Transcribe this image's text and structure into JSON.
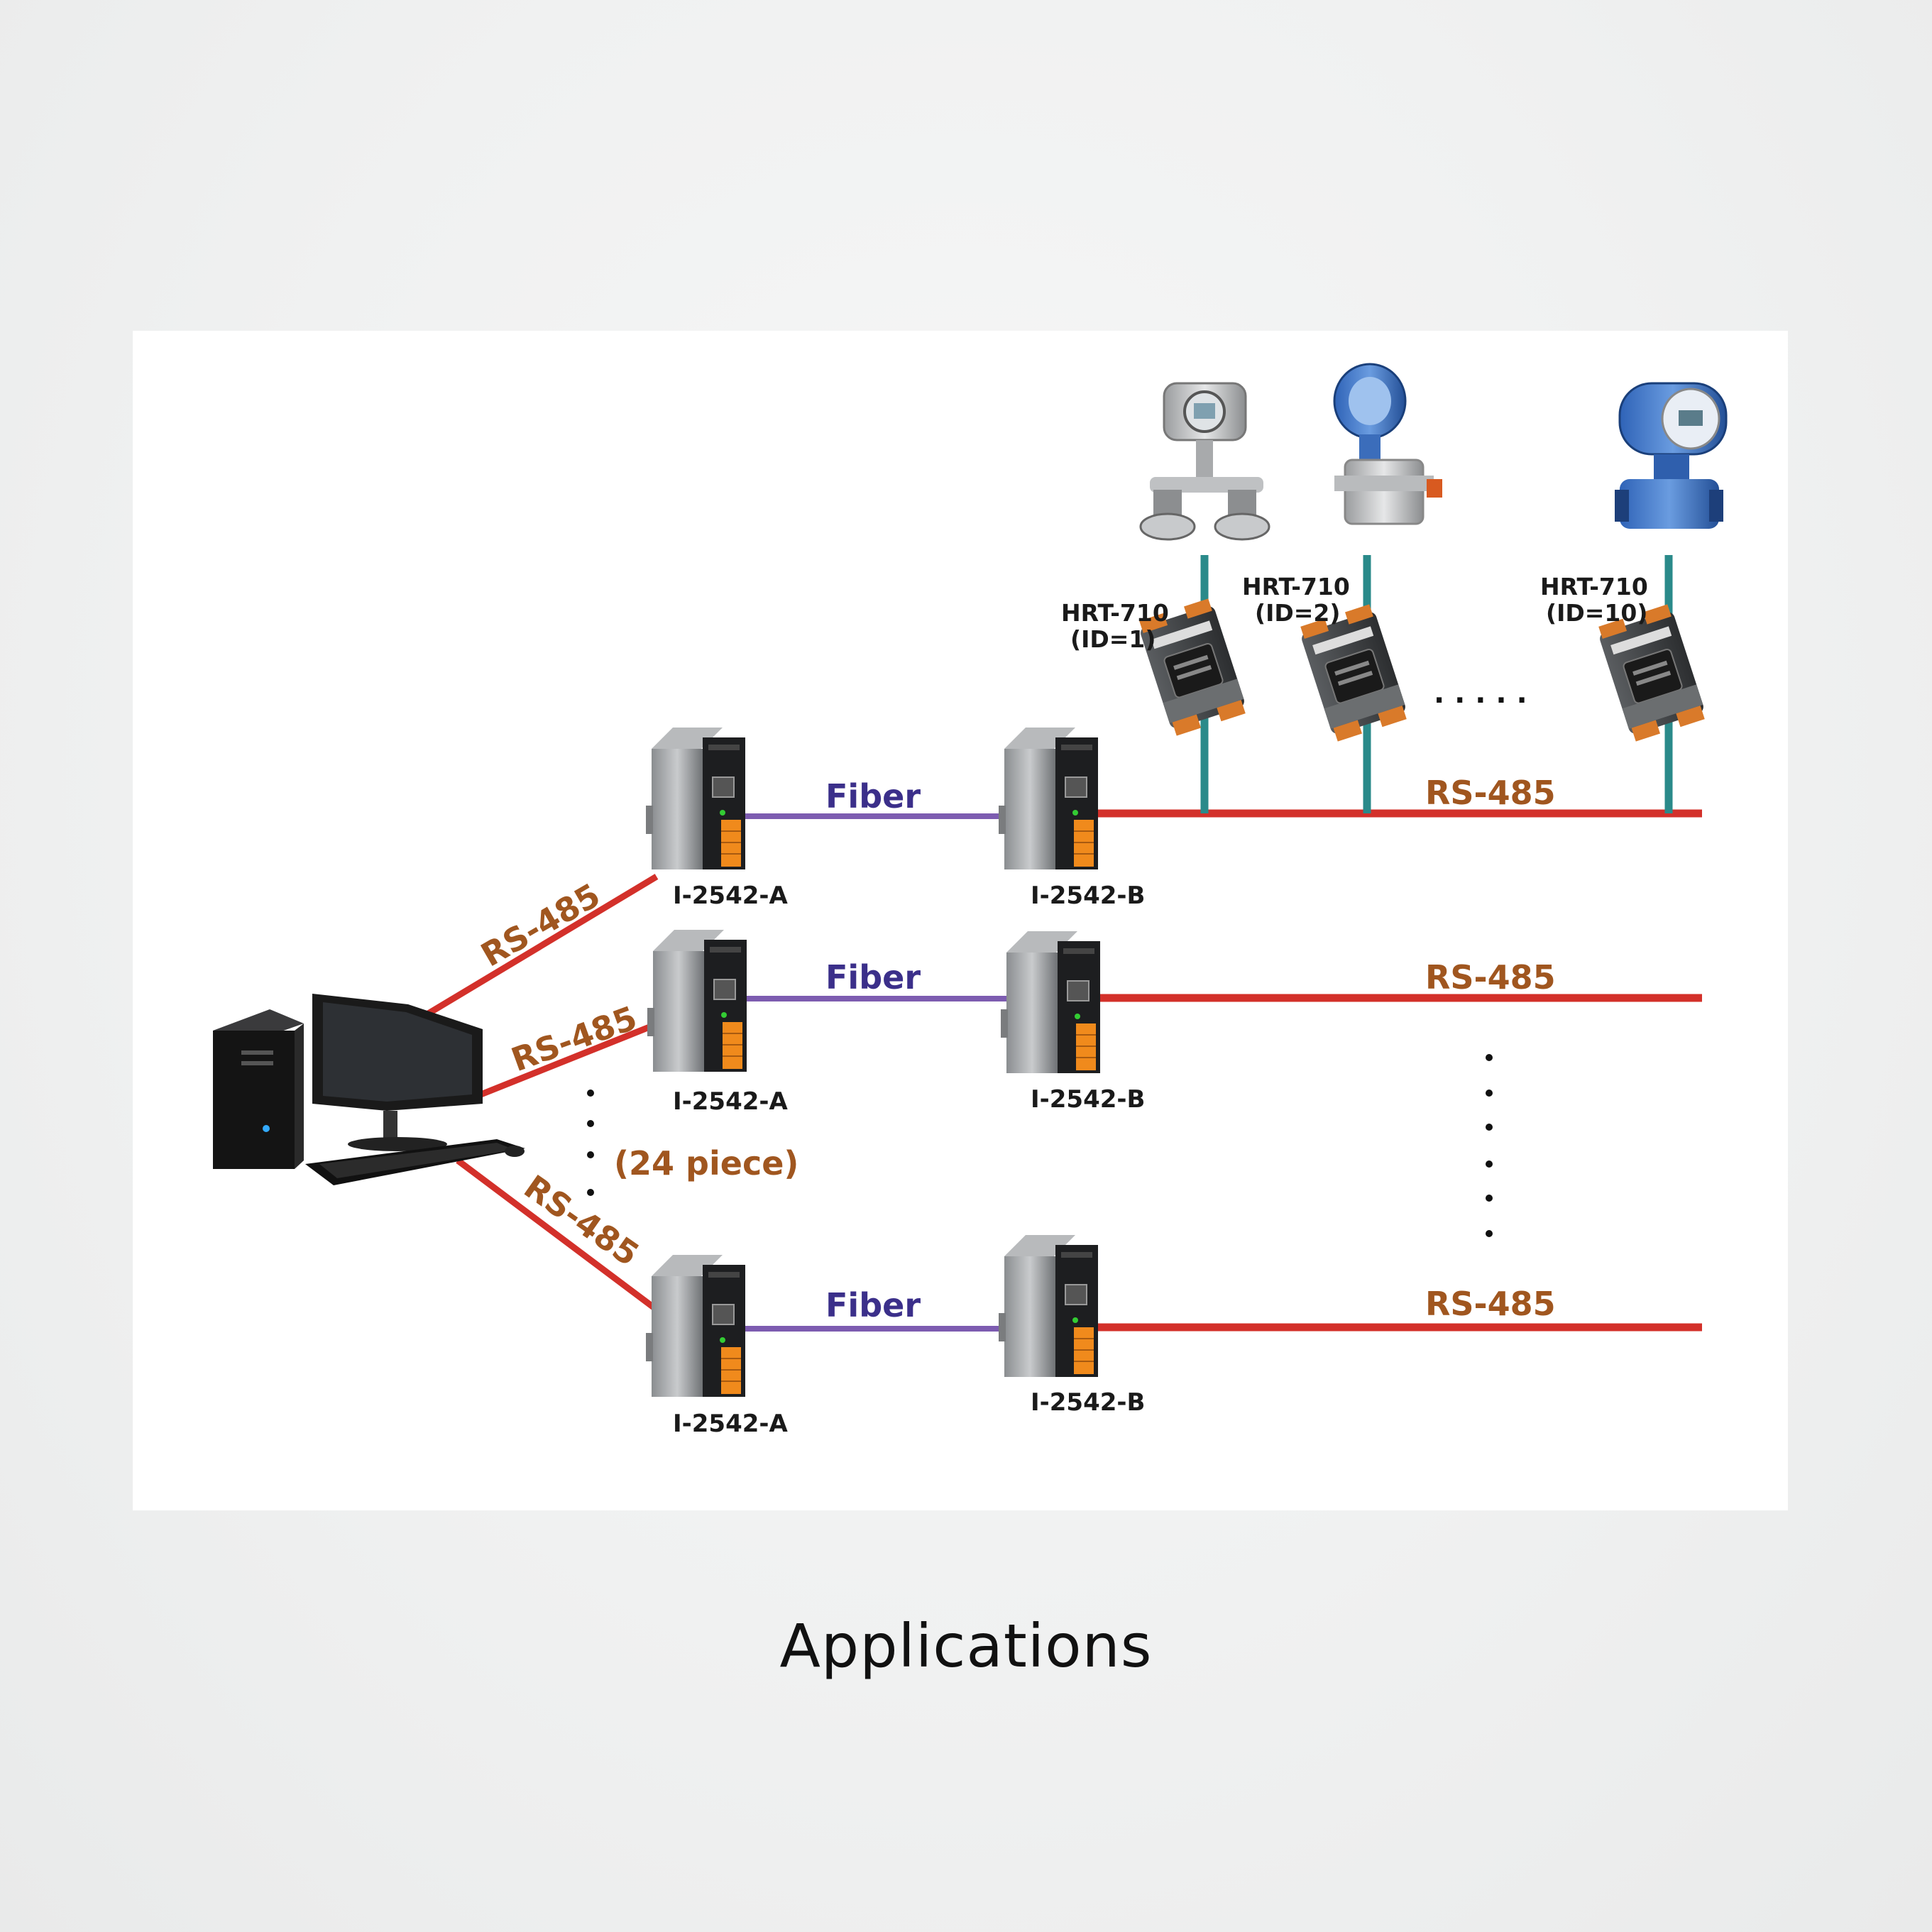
{
  "caption": "Applications",
  "colors": {
    "rs485": "#d3302a",
    "fiber": "#7d5cb0",
    "hart": "#2a8a8a",
    "rs485_text": "#a0561f",
    "fiber_text": "#3b2f8a"
  },
  "links": {
    "fiber": "Fiber",
    "rs485": "RS-485"
  },
  "devices": {
    "converter_a": "I-2542-A",
    "converter_b": "I-2542-B"
  },
  "count_note": "(24 piece)",
  "ellipsis": ". . . . .",
  "hart_modules": [
    {
      "model": "HRT-710",
      "id": "(ID=1)"
    },
    {
      "model": "HRT-710",
      "id": "(ID=2)"
    },
    {
      "model": "HRT-710",
      "id": "(ID=10)"
    }
  ],
  "icons": {
    "pc": "desktop-computer-icon",
    "converter": "din-rail-converter-icon",
    "transmitter": "pressure-transmitter-icon",
    "hart_module": "hart-module-icon"
  }
}
